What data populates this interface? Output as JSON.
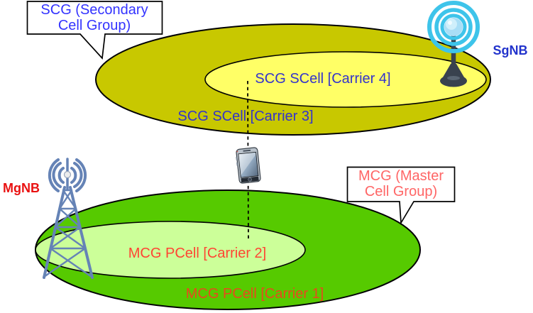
{
  "scg": {
    "callout": {
      "line1": "SCG (Secondary",
      "line2": "Cell Group)"
    },
    "node_label": "SgNB",
    "outer_cell_label": "SCG SCell [Carrier 3]",
    "inner_cell_label": "SCG SCell [Carrier 4]"
  },
  "mcg": {
    "callout": {
      "line1": "MCG (Master",
      "line2": "Cell Group)"
    },
    "node_label": "MgNB",
    "outer_cell_label": "MCG PCell [Carrier 1]",
    "inner_cell_label": "MCG PCell [Carrier 2]"
  },
  "icons": {
    "sgnb": "radio-antenna-icon",
    "mgnb": "cell-tower-icon",
    "ue": "smartphone-icon"
  },
  "colors": {
    "scg_outer_fill": "#c8c800",
    "scg_inner_fill": "#ffff66",
    "mcg_outer_fill": "#56ca00",
    "mcg_inner_fill": "#ccff99",
    "shape_outline": "#000000",
    "callout_fill": "#ffffff",
    "scg_cell_text": "#3333cc",
    "scg_callout_text": "#3333ff",
    "sgnb_text": "#2233cc",
    "mcg_pcell1_text": "#e8491d",
    "mcg_pcell2_text": "#ff4433",
    "mcg_callout_text": "#ff6666",
    "mgnb_text": "#e91111",
    "tower_color": "#6583b6",
    "antenna_ring_color": "#3ec4ea",
    "antenna_pole_color": "#39424e"
  }
}
